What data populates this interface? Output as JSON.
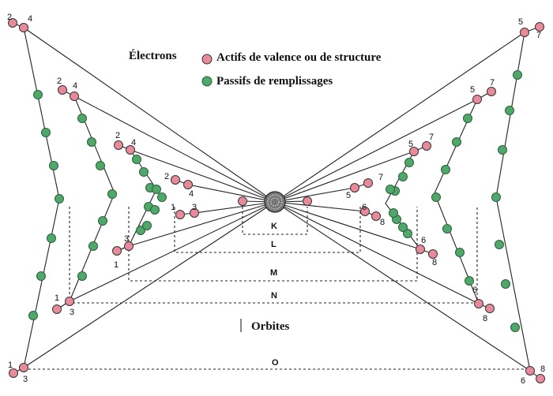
{
  "legend": {
    "heading": "Électrons",
    "active_label": "Actifs de valence ou de structure",
    "passive_label": "Passifs de remplissages",
    "active_color": "#e98a9a",
    "passive_color": "#4fa86a"
  },
  "shells": [
    "K",
    "L",
    "M",
    "N",
    "O"
  ],
  "orbits_label": "Orbites",
  "numbers": {
    "left_top": [
      "2",
      "4"
    ],
    "left_bottom": [
      "1",
      "3"
    ],
    "right_top": [
      "5",
      "7"
    ],
    "right_bottom": [
      "6",
      "8"
    ]
  }
}
